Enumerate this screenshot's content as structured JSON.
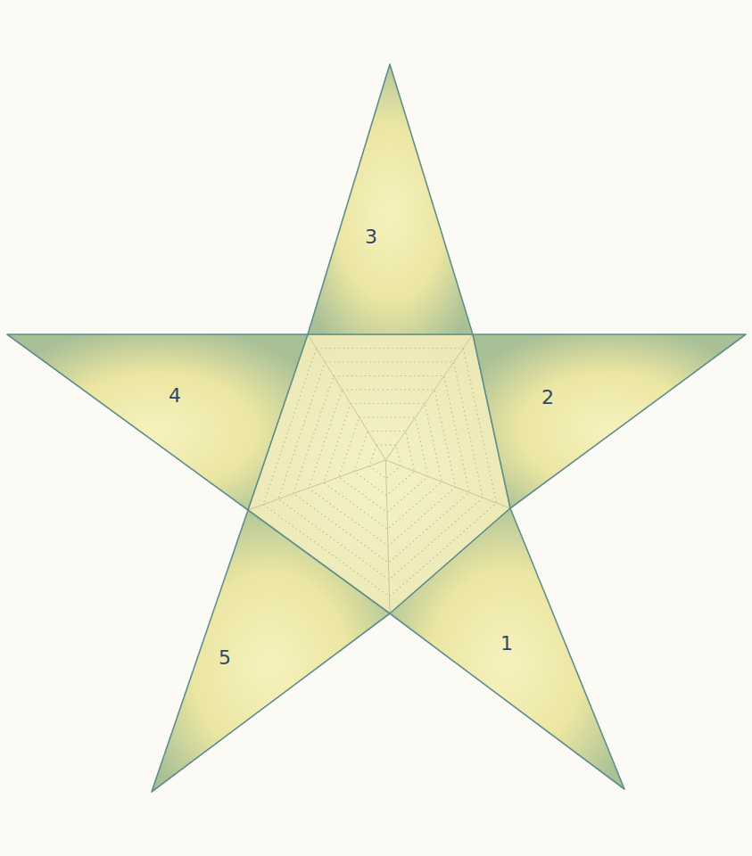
{
  "diagram": {
    "nodes": [
      {
        "text": [
          "3"
        ]
      },
      {
        "text": [
          "4"
        ]
      },
      {
        "text": [
          "2"
        ]
      },
      {
        "text": [
          "5"
        ]
      },
      {
        "text": [
          "1"
        ]
      }
    ]
  }
}
